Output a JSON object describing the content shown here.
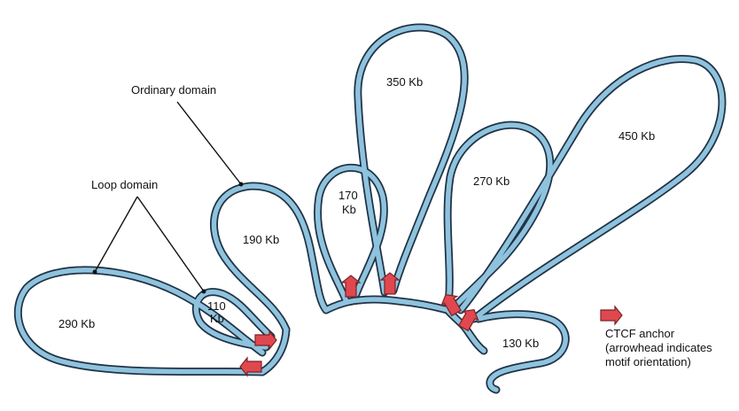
{
  "labels": {
    "ordinary_domain": "Ordinary domain",
    "loop_domain": "Loop domain"
  },
  "loops": {
    "l290": "290 Kb",
    "l110_line1": "110",
    "l110_line2": "Kb",
    "l190": "190 Kb",
    "l170_line1": "170",
    "l170_line2": "Kb",
    "l350": "350 Kb",
    "l270": "270 Kb",
    "l450": "450 Kb",
    "l130": "130 Kb"
  },
  "legend": {
    "line1": "CTCF anchor",
    "line2": "(arrowhead indicates",
    "line3": "motif orientation)"
  },
  "colors": {
    "fiber": "#8fc3dd",
    "fiber_outline": "#1f3347",
    "anchor": "#e0484f"
  }
}
